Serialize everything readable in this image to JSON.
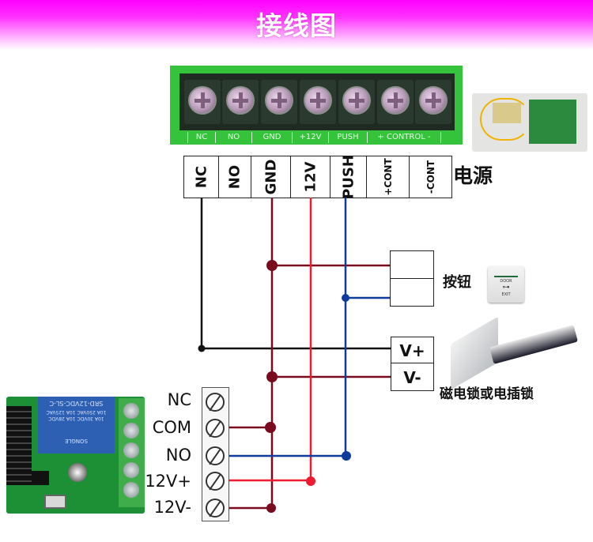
{
  "header": {
    "title": "接线图"
  },
  "power_supply": {
    "pcb_labels": [
      "NC",
      "NO",
      "GND",
      "+12V",
      "PUSH",
      "+ CONTROL -"
    ],
    "terminals": [
      "NC",
      "NO",
      "GND",
      "12V",
      "PUSH",
      "+CONT",
      "-CONT"
    ],
    "label": "电源"
  },
  "exit_button": {
    "label": "按钮",
    "photo_text_top": "DOOR",
    "photo_text_bottom": "EXIT"
  },
  "lock": {
    "terminals": [
      "V+",
      "V-"
    ],
    "label": "磁电锁或电插锁"
  },
  "receiver": {
    "relay_text": [
      "SRD-12VDC-SL-C",
      "10A 250VAC 10A 125VAC",
      "10A 30VDC 10A 28VDC",
      "SONGLE"
    ],
    "terminals": [
      "NC",
      "COM",
      "NO",
      "12V+",
      "12V-"
    ]
  },
  "wire_colors": {
    "gnd": "#7a0a1e",
    "v12": "#ee1c2e",
    "push": "#0f3b9c",
    "nc": "#111111"
  },
  "connections": [
    {
      "from": "NC",
      "to": "V+",
      "color": "nc"
    },
    {
      "from": "GND",
      "to": "button",
      "color": "gnd"
    },
    {
      "from": "GND",
      "to": "V-",
      "color": "gnd"
    },
    {
      "from": "GND",
      "to": "COM",
      "color": "gnd"
    },
    {
      "from": "GND",
      "to": "12V-",
      "color": "gnd"
    },
    {
      "from": "PUSH",
      "to": "button",
      "color": "push"
    },
    {
      "from": "PUSH",
      "to": "NO",
      "color": "push"
    },
    {
      "from": "12V",
      "to": "12V+",
      "color": "v12"
    }
  ]
}
